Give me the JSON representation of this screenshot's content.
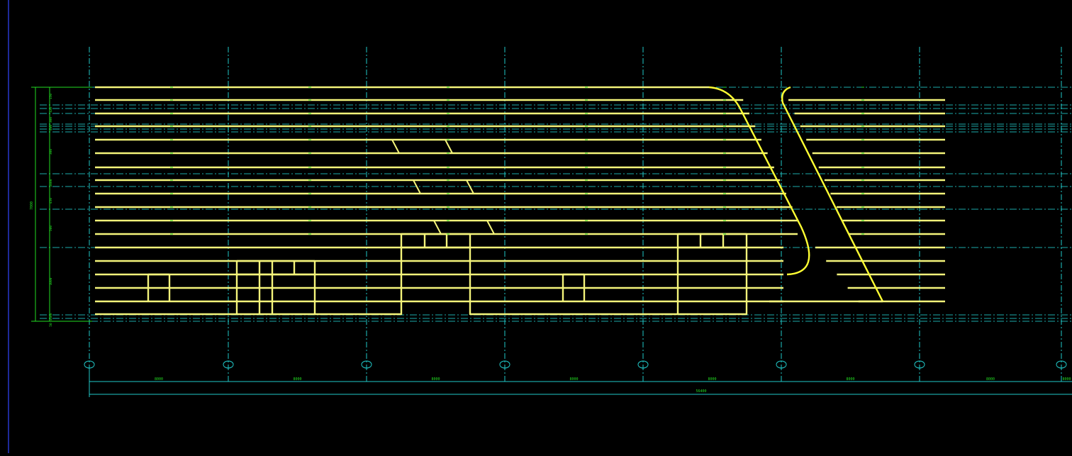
{
  "drawing": {
    "background": "#000000",
    "colors": {
      "slats": "#f4f47a",
      "slat_edge": "#ffff33",
      "grid": "#21c8c8",
      "dims": "#22dd22",
      "frame": "#1e2a9a"
    },
    "axis_bubbles": [
      "",
      "",
      "",
      "",
      "",
      "",
      "",
      ""
    ],
    "bay_dimensions": [
      "8000",
      "8000",
      "8000",
      "8000",
      "8000",
      "8000",
      "8000",
      "8000"
    ],
    "total_dimension": "56400",
    "height_dimension": "7000",
    "row_dimensions": [
      "150",
      "120",
      "300",
      "400",
      "300",
      "2000",
      "450",
      "500",
      "1000",
      "1400",
      "50"
    ]
  }
}
